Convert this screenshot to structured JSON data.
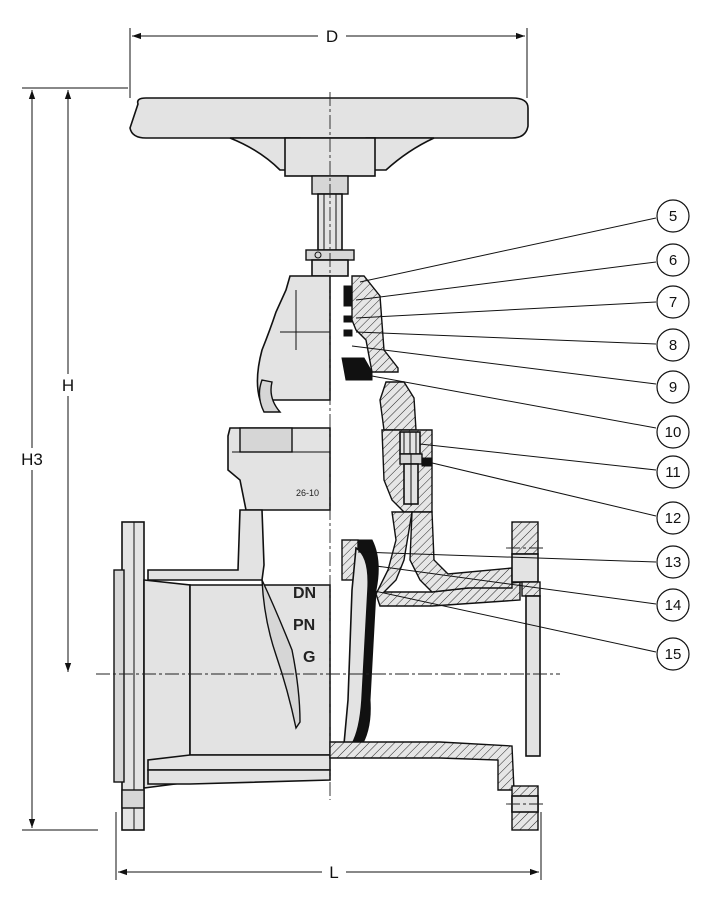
{
  "dimensions": {
    "D": "D",
    "H": "H",
    "H3": "H3",
    "L": "L"
  },
  "body_markings": {
    "dn": "DN",
    "pn": "PN",
    "g": "G",
    "code": "26-10"
  },
  "callouts": [
    "5",
    "6",
    "7",
    "8",
    "9",
    "10",
    "11",
    "12",
    "13",
    "14",
    "15"
  ],
  "colors": {
    "line": "#111111",
    "casting_fill": "#e3e3e3",
    "section_fill": "#d6d6d6",
    "background": "#ffffff"
  }
}
